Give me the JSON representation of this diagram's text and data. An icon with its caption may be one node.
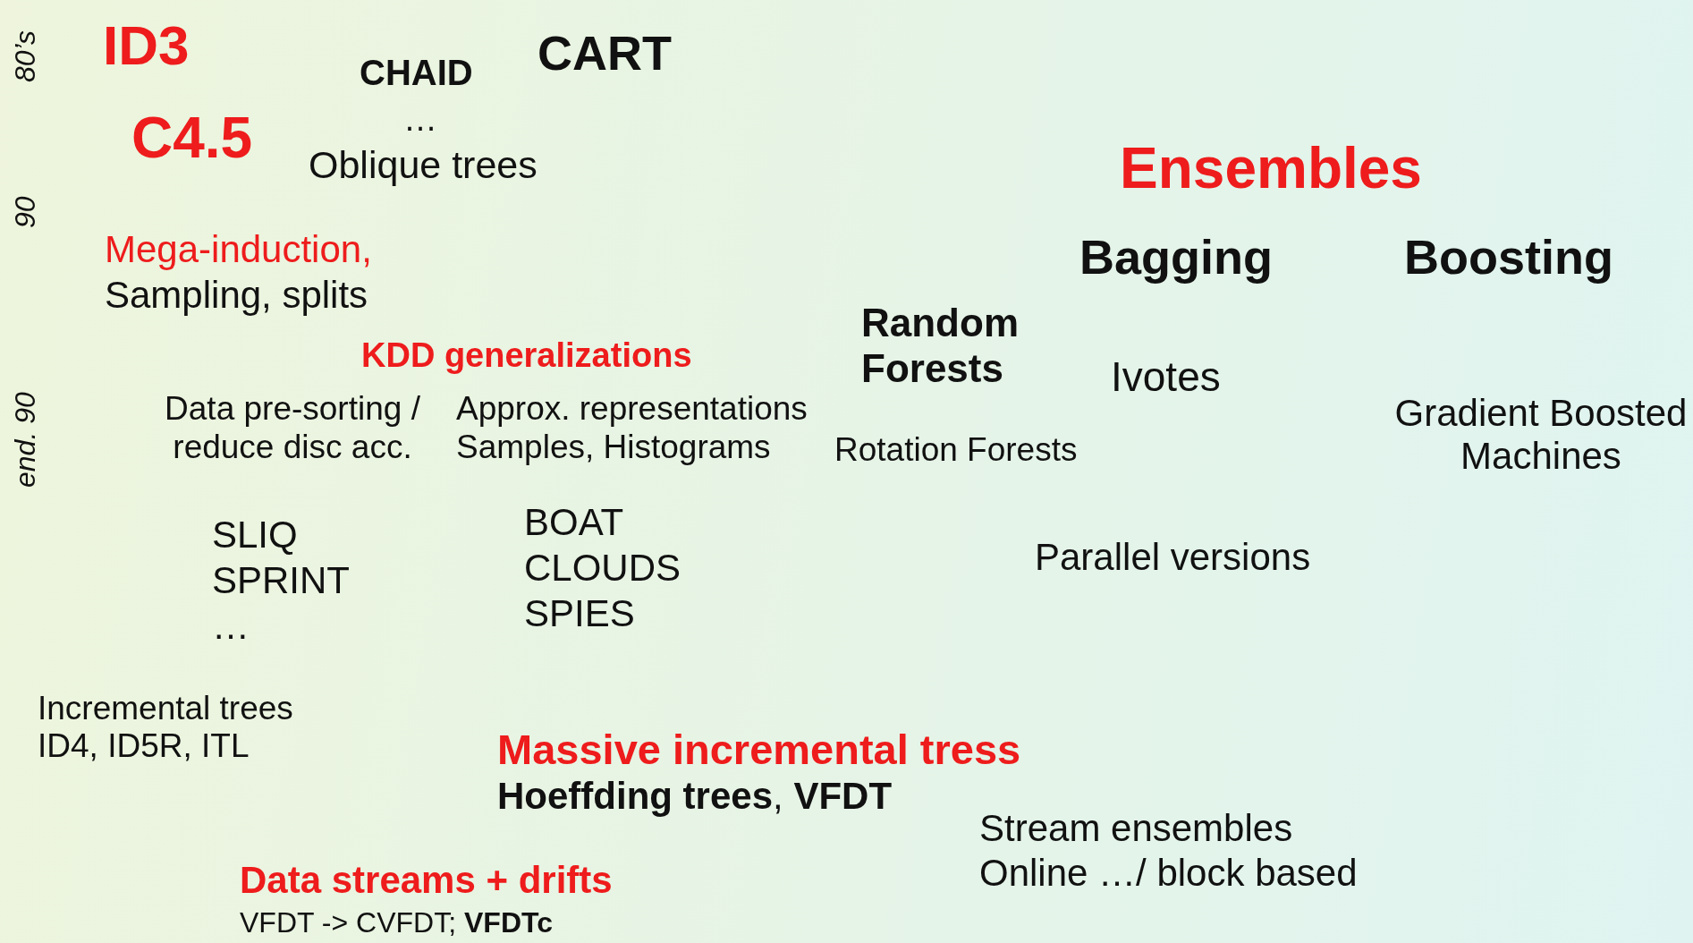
{
  "diagram": {
    "labels": [
      "80’s",
      "90",
      "end. 90",
      "ID3",
      "CHAID",
      "CART",
      "C4.5",
      "…",
      "Oblique trees",
      "Ensembles",
      "Mega-induction,",
      "Sampling, splits",
      "Bagging",
      "Boosting",
      "Random Forests",
      "KDD generalizations",
      "Ivotes",
      "Data pre-sorting / reduce  disc acc.",
      "Approx. representations Samples, Histograms",
      "Rotation Forests",
      "Gradient Boosted Machines",
      "BOAT",
      "SLIQ",
      "CLOUDS",
      "SPRINT",
      "Parallel versions",
      "SPIES",
      "…",
      "Incremental trees",
      "ID4, ID5R, ITL",
      "Massive incremental tress",
      "**Hoeffding trees**, **VFDT**",
      "Stream ensembles",
      "Data streams + drifts",
      "Online …/ block based",
      "VFDT -> CVFDT; **VFDTc**"
    ]
  }
}
